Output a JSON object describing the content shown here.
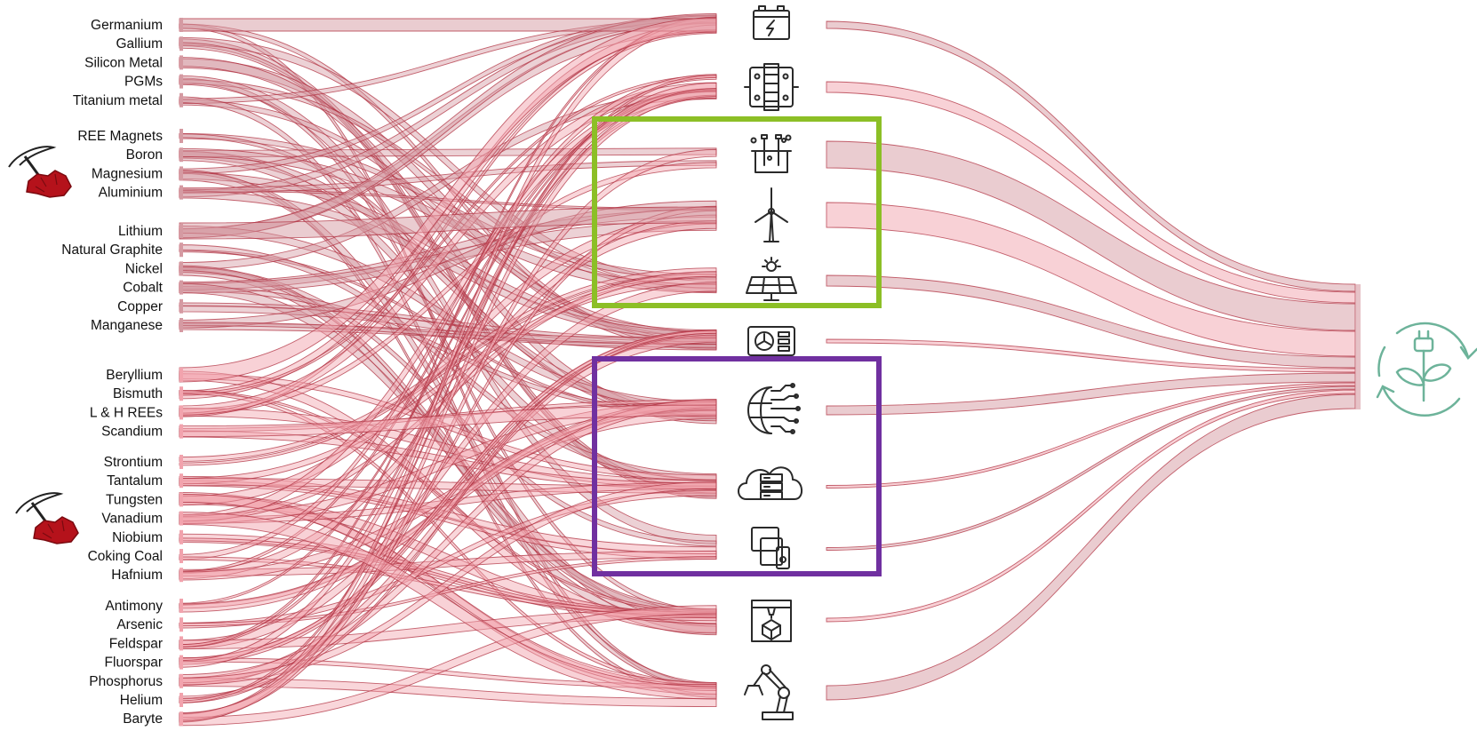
{
  "materials": {
    "group_1": [
      "Germanium",
      "Gallium",
      "Silicon Metal",
      "PGMs",
      "Titanium metal"
    ],
    "group_2": [
      "REE Magnets",
      "Boron",
      "Magnesium",
      "Aluminium"
    ],
    "group_3": [
      "Lithium",
      "Natural Graphite",
      "Nickel",
      "Cobalt",
      "Copper",
      "Manganese"
    ],
    "group_4": [
      "Beryllium",
      "Bismuth",
      "L & H REEs",
      "Scandium"
    ],
    "group_5": [
      "Strontium",
      "Tantalum",
      "Tungsten",
      "Vanadium",
      "Niobium",
      "Coking Coal",
      "Hafnium"
    ],
    "group_6": [
      "Antimony",
      "Arsenic",
      "Feldspar",
      "Fluorspar",
      "Phosphorus",
      "Helium",
      "Baryte"
    ]
  },
  "technologies": [
    {
      "icon": "battery-icon"
    },
    {
      "icon": "fuel-cell-icon"
    },
    {
      "icon": "electrolyser-icon"
    },
    {
      "icon": "wind-turbine-icon"
    },
    {
      "icon": "solar-panel-icon"
    },
    {
      "icon": "heat-pump-icon"
    },
    {
      "icon": "digital-circuit-globe-icon"
    },
    {
      "icon": "cloud-server-icon"
    },
    {
      "icon": "devices-icon"
    },
    {
      "icon": "3d-printer-icon"
    },
    {
      "icon": "robot-arm-icon"
    }
  ],
  "highlight_boxes": [
    {
      "name": "energy-technologies-box",
      "color": "#8cbf26"
    },
    {
      "name": "digital-technologies-box",
      "color": "#7030a0"
    }
  ],
  "colors": {
    "flow_dark": "#b03040",
    "flow_fill_mauve": "#d59aa2",
    "flow_fill_pink": "#f2a3ad",
    "mining_icon": "#b5121b",
    "green_transition_icon": "#6db39a"
  },
  "icons": {
    "mining_icon": "pickaxe-ore-icon",
    "end_icon": "green-transition-cycle-icon"
  }
}
